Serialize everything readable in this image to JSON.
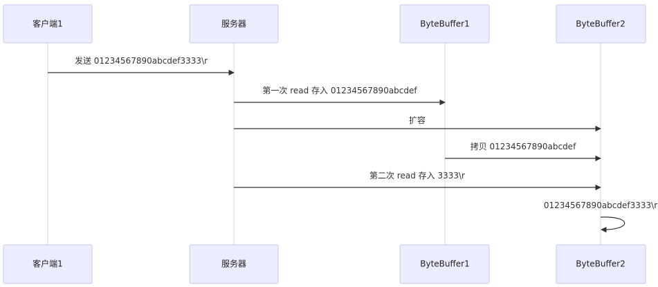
{
  "participants": [
    {
      "id": "client",
      "label": "客户端1"
    },
    {
      "id": "server",
      "label": "服务器"
    },
    {
      "id": "bb1",
      "label": "ByteBuffer1"
    },
    {
      "id": "bb2",
      "label": "ByteBuffer2"
    }
  ],
  "messages": [
    {
      "from": "client",
      "to": "server",
      "label": "发送 01234567890abcdef3333\\r"
    },
    {
      "from": "server",
      "to": "bb1",
      "label": "第一次 read 存入 01234567890abcdef"
    },
    {
      "from": "server",
      "to": "bb2",
      "label": "扩容"
    },
    {
      "from": "bb1",
      "to": "bb2",
      "label": "拷贝 01234567890abcdef"
    },
    {
      "from": "server",
      "to": "bb2",
      "label": "第二次 read 存入 3333\\r"
    },
    {
      "from": "bb2",
      "to": "bb2",
      "label": "01234567890abcdef3333\\r"
    }
  ]
}
